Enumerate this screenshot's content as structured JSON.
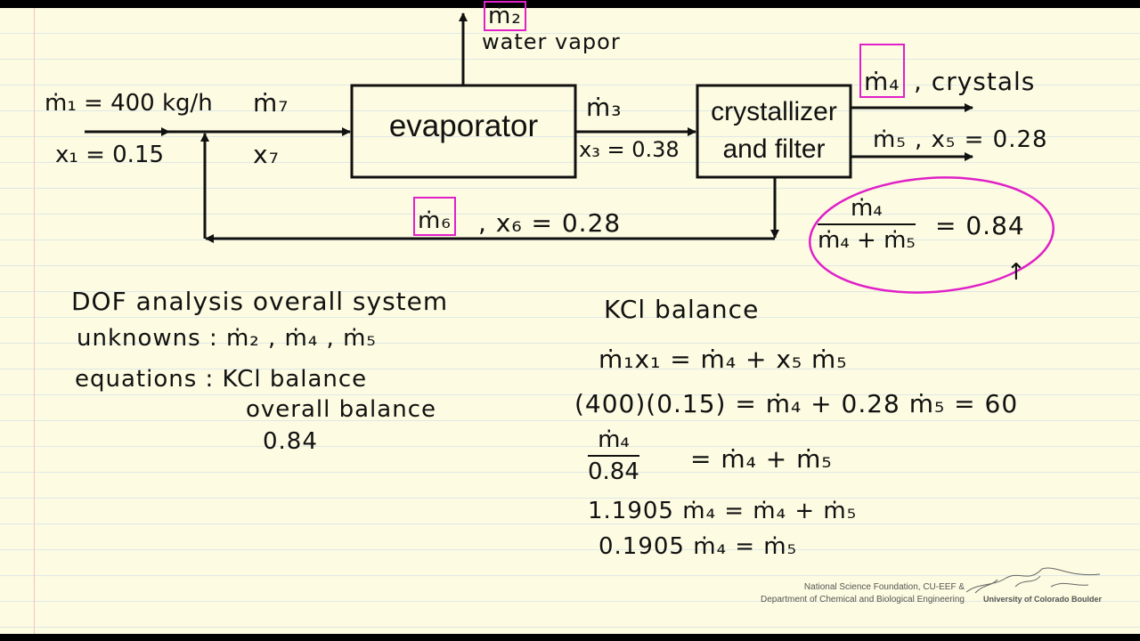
{
  "diagram": {
    "evaporator_label": "evaporator",
    "crystallizer_label_line1": "crystallizer",
    "crystallizer_label_line2": "and filter",
    "stream1_flow": "ṁ₁ = 400 kg/h",
    "stream1_frac": "x₁ = 0.15",
    "stream7_flow": "ṁ₇",
    "stream7_frac": "x₇",
    "stream2_flow": "ṁ₂",
    "stream2_label": "water vapor",
    "stream3_flow": "ṁ₃",
    "stream3_frac": "x₃ = 0.38",
    "stream4_flow": "ṁ₄",
    "stream4_label": ", crystals",
    "stream5_label": "ṁ₅ , x₅ = 0.28",
    "stream6_flow": "ṁ₆",
    "stream6_frac": ", x₆ = 0.28",
    "ratio_numerator": "ṁ₄",
    "ratio_denominator": "ṁ₄ + ṁ₅",
    "ratio_value": "= 0.84",
    "ratio_pointer": "↑",
    "highlight_color": "#e020c8"
  },
  "dof": {
    "title": "DOF analysis overall system",
    "unknowns": "unknowns :  ṁ₂ , ṁ₄ , ṁ₅",
    "equations": "equations :  KCl balance",
    "eq2": "overall balance",
    "eq3": "0.84"
  },
  "balance": {
    "title": "KCl balance",
    "line1": "ṁ₁x₁ = ṁ₄ + x₅ ṁ₅",
    "line2": "(400)(0.15) = ṁ₄ + 0.28 ṁ₅ = 60",
    "line3_num": "ṁ₄",
    "line3_den": "0.84",
    "line3_rhs": "= ṁ₄ + ṁ₅",
    "line4": "1.1905 ṁ₄ =  ṁ₄ + ṁ₅",
    "line5": "0.1905 ṁ₄ =  ṁ₅"
  },
  "credits": {
    "line1": "National Science Foundation, CU-EEF &",
    "line2": "Department of Chemical and Biological Engineering",
    "university": "University of Colorado Boulder"
  }
}
